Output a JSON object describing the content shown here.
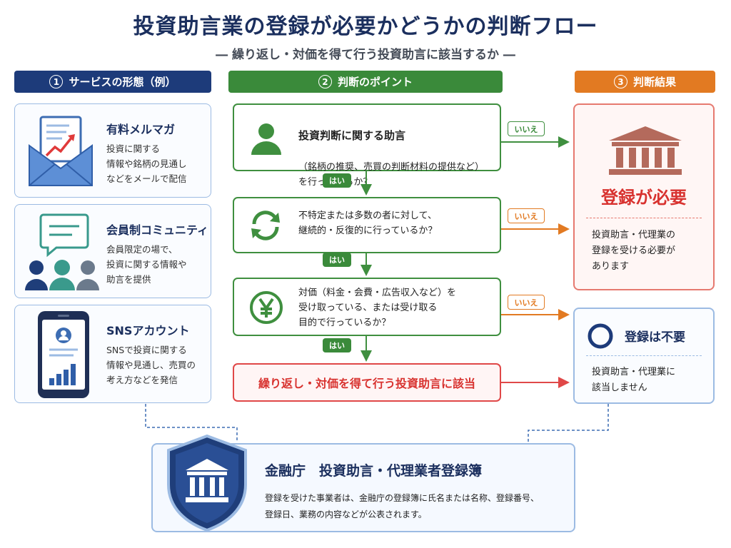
{
  "title": "投資助言業の登録が必要かどうかの判断フロー",
  "subtitle": "― 繰り返し・対価を得て行う投資助言に該当するか ―",
  "columns": {
    "services": {
      "num": "1",
      "label": "サービスの形態（例）"
    },
    "points": {
      "num": "2",
      "label": "判断のポイント"
    },
    "results": {
      "num": "3",
      "label": "判断結果"
    }
  },
  "services": [
    {
      "title": "有料メルマガ",
      "desc": "投資に関する\n情報や銘柄の見通し\nなどをメールで配信",
      "icon": "envelope-chart-icon"
    },
    {
      "title": "会員制コミュニティ",
      "desc": "会員限定の場で、\n投資に関する情報や\n助言を提供",
      "icon": "community-chat-icon"
    },
    {
      "title": "SNSアカウント",
      "desc": "SNSで投資に関する\n情報や見通し、売買の\n考え方などを発信",
      "icon": "smartphone-icon"
    }
  ],
  "steps": [
    {
      "heading": "投資判断に関する助言",
      "text": "（銘柄の推奨、売買の判断材料の提供など）\nを行っているか？",
      "icon": "person-icon"
    },
    {
      "heading": "",
      "text": "不特定または多数の者に対して、\n継続的・反復的に行っているか？",
      "icon": "repeat-arrows-icon"
    },
    {
      "heading": "",
      "text": "対価（料金・会費・広告収入など）を\n受け取っている、または受け取る\n目的で行っているか？",
      "icon": "yen-icon"
    }
  ],
  "labels": {
    "yes": "はい",
    "no": "いいえ"
  },
  "final_box": "繰り返し・対価を得て行う投資助言に該当",
  "result_required": {
    "title": "登録が必要",
    "desc": "投資助言・代理業の\n登録を受ける必要が\nあります",
    "icon": "bank-building-icon"
  },
  "result_not_required": {
    "title": "登録は不要",
    "desc": "投資助言・代理業に\n該当しません",
    "icon": "circle-icon"
  },
  "registry": {
    "title": "金融庁　投資助言・代理業者登録簿",
    "desc": "登録を受けた事業者は、金融庁の登録簿に氏名または名称、登録番号、\n登録日、業務の内容などが公表されます。",
    "icon": "shield-bank-icon"
  },
  "colors": {
    "navy": "#1b2f5e",
    "green": "#3a8a3a",
    "orange": "#e27a22",
    "red": "#d8322f",
    "light_blue": "#9cbbe3"
  }
}
